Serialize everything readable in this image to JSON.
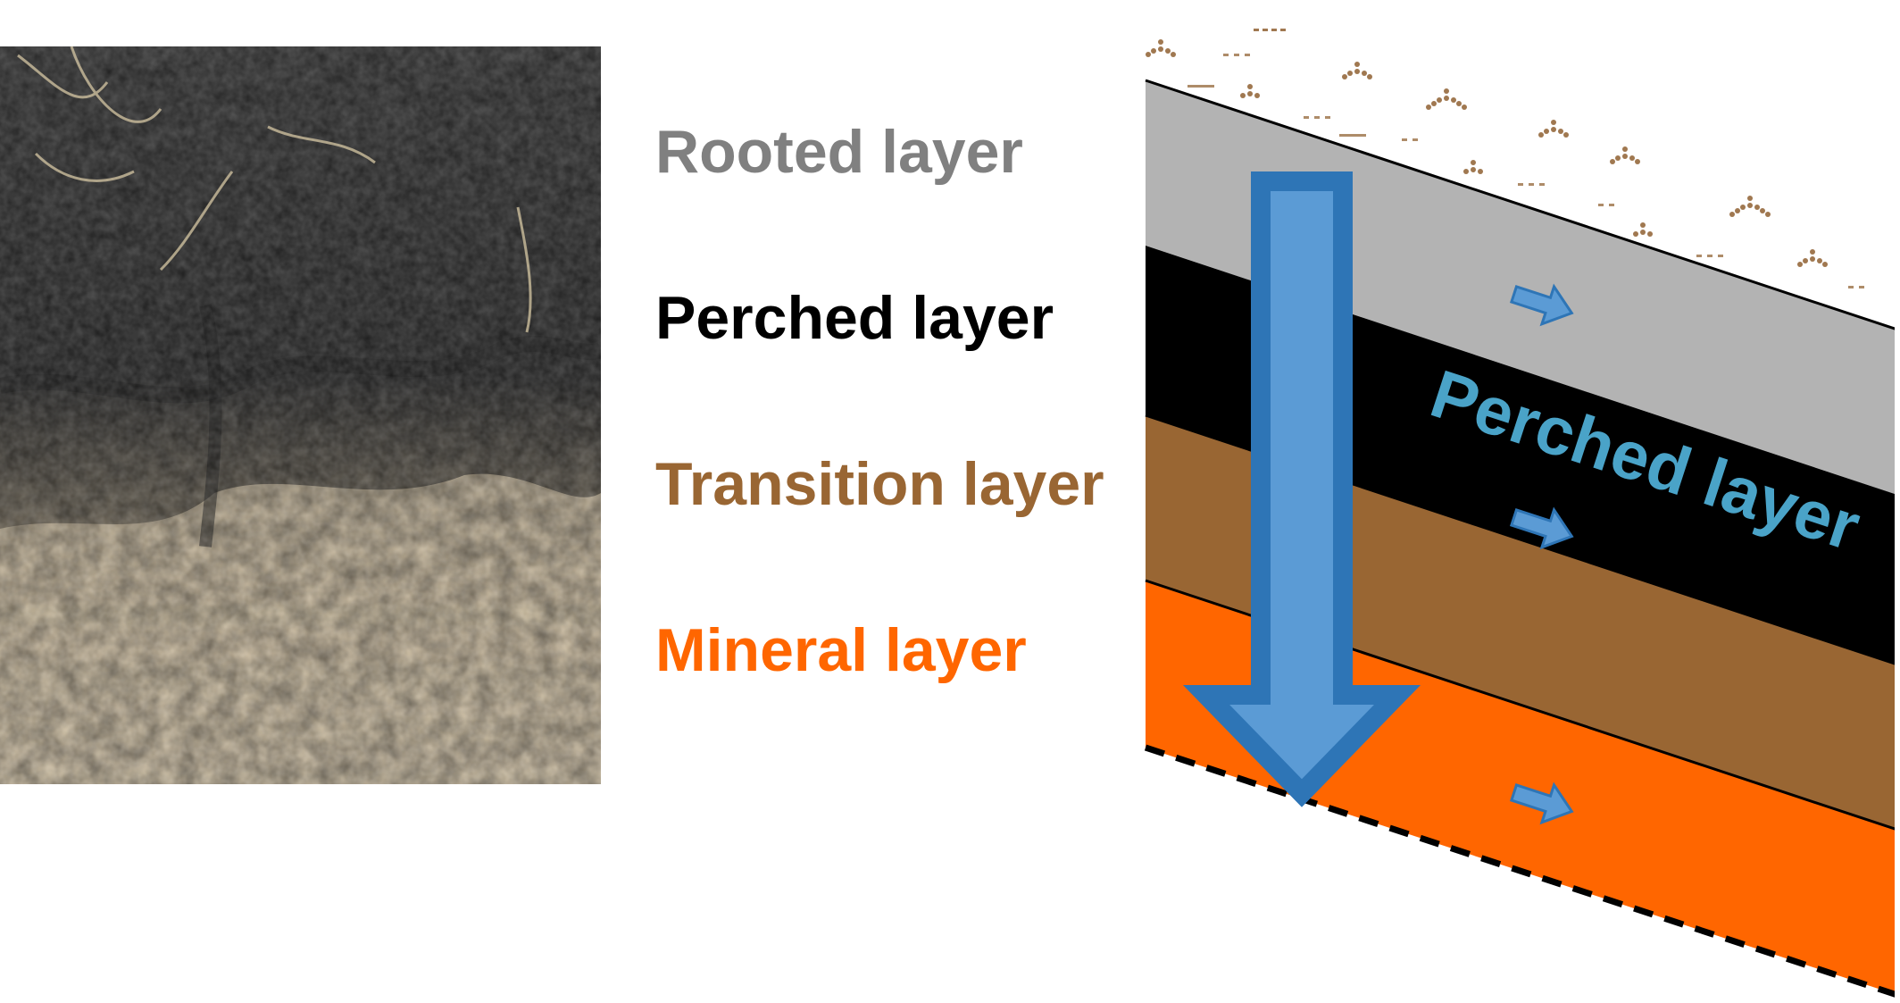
{
  "labels": {
    "rooted": "Rooted layer",
    "perched": "Perched layer",
    "transition": "Transition layer",
    "mineral": "Mineral layer"
  },
  "diagram_label": "Perched layer",
  "colors": {
    "rooted": "#b3b3b3",
    "rooted_text": "#808080",
    "perched": "#000000",
    "transition": "#996633",
    "mineral": "#ff6600",
    "arrow_fill": "#5b9bd5",
    "arrow_stroke": "#2e75b6",
    "diagram_text": "#4aa3c8",
    "surface_marks": "#a07850"
  },
  "icons": {
    "downward_flow": "down-arrow-icon",
    "lateral_flow": "right-arrow-icon",
    "soil_photo": "soil-profile-photo"
  }
}
